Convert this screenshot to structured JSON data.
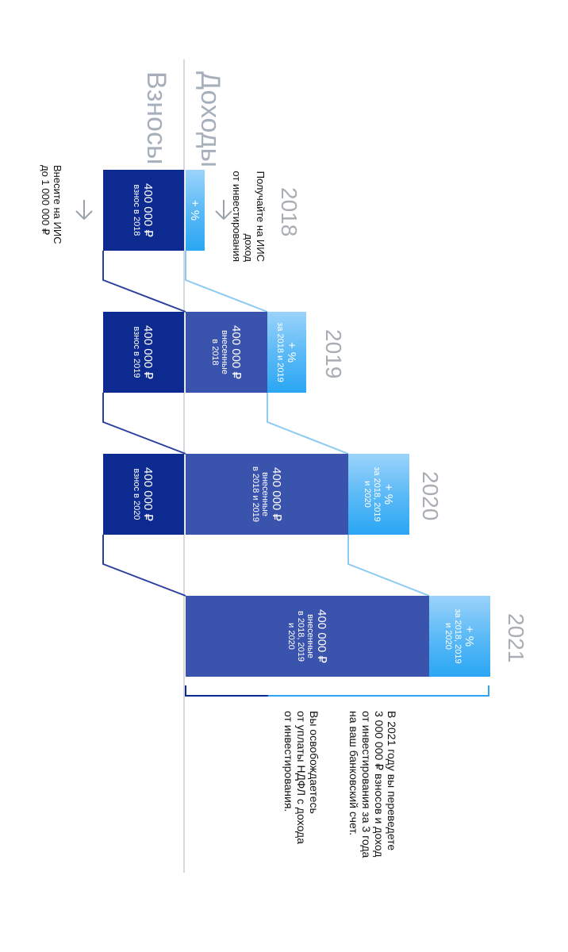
{
  "labels": {
    "income": "Доходы",
    "contributions": "Взносы"
  },
  "years": [
    "2018",
    "2019",
    "2020",
    "2021"
  ],
  "columns": [
    {
      "income": {
        "plus": "+ %",
        "sub": ""
      },
      "carried": null,
      "contribution": {
        "amount": "400 000 ₽",
        "sub": "взнос в 2018"
      }
    },
    {
      "income": {
        "plus": "+ %",
        "sub": "за 2018 и 2019"
      },
      "carried": {
        "amount": "400 000 ₽",
        "sub": "внесенные\nв 2018"
      },
      "contribution": {
        "amount": "400 000 ₽",
        "sub": "взнос в 2019"
      }
    },
    {
      "income": {
        "plus": "+ %",
        "sub": "за 2018, 2019\nи 2020"
      },
      "carried": {
        "amount": "400 000 ₽",
        "sub": "внесенные\nв 2018 и 2019"
      },
      "contribution": {
        "amount": "400 000 ₽",
        "sub": "взнос в 2020"
      }
    },
    {
      "income": {
        "plus": "+ %",
        "sub": "за 2018, 2019\nи 2020"
      },
      "carried": {
        "amount": "400 000 ₽",
        "sub": "внесенные\nв 2018, 2019\nи 2020"
      },
      "contribution": null
    }
  ],
  "notes": {
    "receive_income": "Получайте на ИИС доход\nот инвестирования",
    "deposit": "Внесите на ИИС\nдо 1 000 000 ₽",
    "transfer": "В 2021 году вы переведете\n3 000 000 ₽ взносов и доход\nот инвестирования за 3 года\nна ваш банковский счет.",
    "tax_free": "Вы освобождаетесь\nот уплаты НДФЛ с дохода\nот инвестирования."
  },
  "colors": {
    "contribution": "#0d2a90",
    "carried": "#3a53ad",
    "income": "#2aa6f4",
    "axis": "#c9ccd2",
    "label": "#a7afbb"
  }
}
